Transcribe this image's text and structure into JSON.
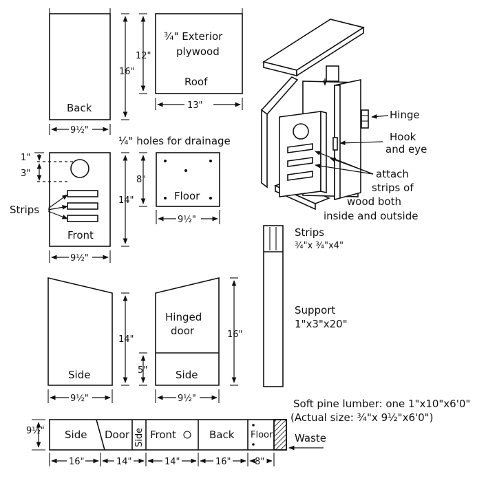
{
  "panels": {
    "back": {
      "label": "Back",
      "height": "16\"",
      "width": "9½\""
    },
    "roof": {
      "label_line1": "¾\" Exterior",
      "label_line2": "plywood",
      "label_roof": "Roof",
      "height": "12\"",
      "width": "13\""
    },
    "front": {
      "label": "Front",
      "height": "14\"",
      "width": "9½\"",
      "offset_top": "1\"",
      "offset_hole": "3\"",
      "strips": "Strips"
    },
    "drainage_note": "¼\" holes for drainage",
    "floor": {
      "label": "Floor",
      "height": "8\"",
      "width": "9½\""
    },
    "side": {
      "label": "Side",
      "height": "14\"",
      "width": "9½\""
    },
    "hinged": {
      "label_line1": "Hinged",
      "label_line2": "door",
      "label_side": "Side",
      "height": "16\"",
      "lower": "5\"",
      "width": "9½\""
    }
  },
  "assembly": {
    "hinge": "Hinge",
    "hook_line1": "Hook",
    "hook_line2": "and eye",
    "attach_line1": "attach",
    "attach_line2": "strips of",
    "attach_line3": "wood both",
    "attach_line4": "inside and outside"
  },
  "parts": {
    "strips_title": "Strips",
    "strips_size": "¾\"x ¾\"x4\"",
    "support_title": "Support",
    "support_size": "1\"x3\"x20\""
  },
  "lumber": {
    "note_line1": "Soft pine lumber: one 1\"x10\"x6'0\"",
    "note_line2": "(Actual size: ¾\"x 9½\"x6'0\")",
    "width": "9½\"",
    "waste": "Waste",
    "cuts": [
      "Side",
      "Door",
      "Side",
      "Front",
      "Back",
      "Floor"
    ],
    "lengths": [
      "16\"",
      "14\"",
      "14\"",
      "16\"",
      "8\""
    ]
  }
}
